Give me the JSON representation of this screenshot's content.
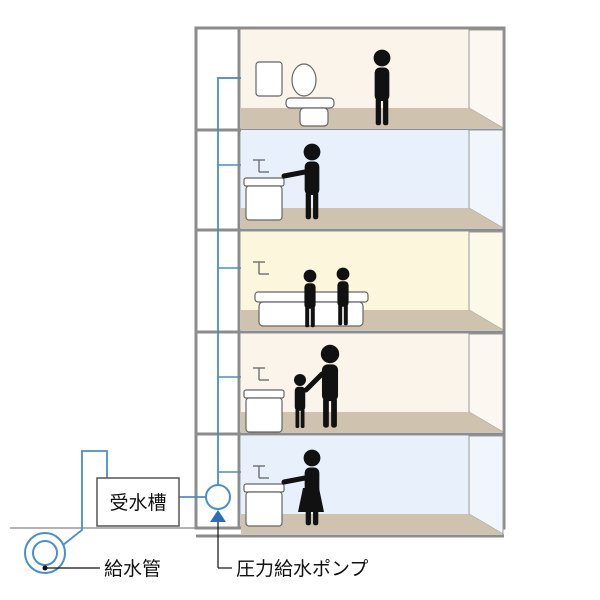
{
  "labels": {
    "receiving_tank": "受水槽",
    "water_main": "給水管",
    "booster_pump": "圧力給水ポンプ"
  },
  "colors": {
    "pipe": "#4a8fc9",
    "pump_fill": "#2a6db8",
    "wall": "#8c8c8c",
    "floor_slab": "#cfc3b0",
    "figure": "#111111",
    "floor_bg": [
      "#fbf4ea",
      "#e8f1fb",
      "#fcf6dc",
      "#fbf4ea",
      "#e8f1fb"
    ]
  },
  "floors": [
    {
      "scene": "toilet"
    },
    {
      "scene": "wash-basin-adult"
    },
    {
      "scene": "bathtub-two-children"
    },
    {
      "scene": "wash-basin-adult-and-child"
    },
    {
      "scene": "wash-basin-adult"
    }
  ]
}
